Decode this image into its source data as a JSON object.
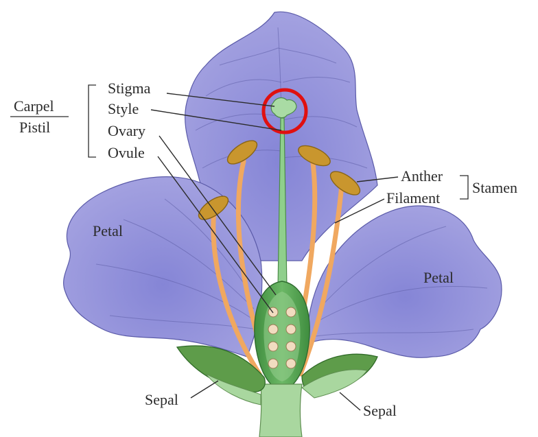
{
  "labels": {
    "stigma": "Stigma",
    "style": "Style",
    "ovary": "Ovary",
    "ovule": "Ovule",
    "carpel": "Carpel",
    "pistil": "Pistil",
    "anther": "Anther",
    "filament": "Filament",
    "stamen": "Stamen",
    "petal_left": "Petal",
    "petal_right": "Petal",
    "sepal_left": "Sepal",
    "sepal_right": "Sepal"
  },
  "highlight": {
    "target": "stigma",
    "color": "#e01010"
  },
  "colors": {
    "petal": "#9a98dc",
    "petal_shadow": "#7f7fcf",
    "pistil": "#8fcf8c",
    "ovary": "#4a9a4a",
    "ovule": "#f1dcc0",
    "anther": "#c9962e",
    "filament": "#f0a860",
    "sepal": "#5e9c4a",
    "stem": "#a9d79f"
  }
}
